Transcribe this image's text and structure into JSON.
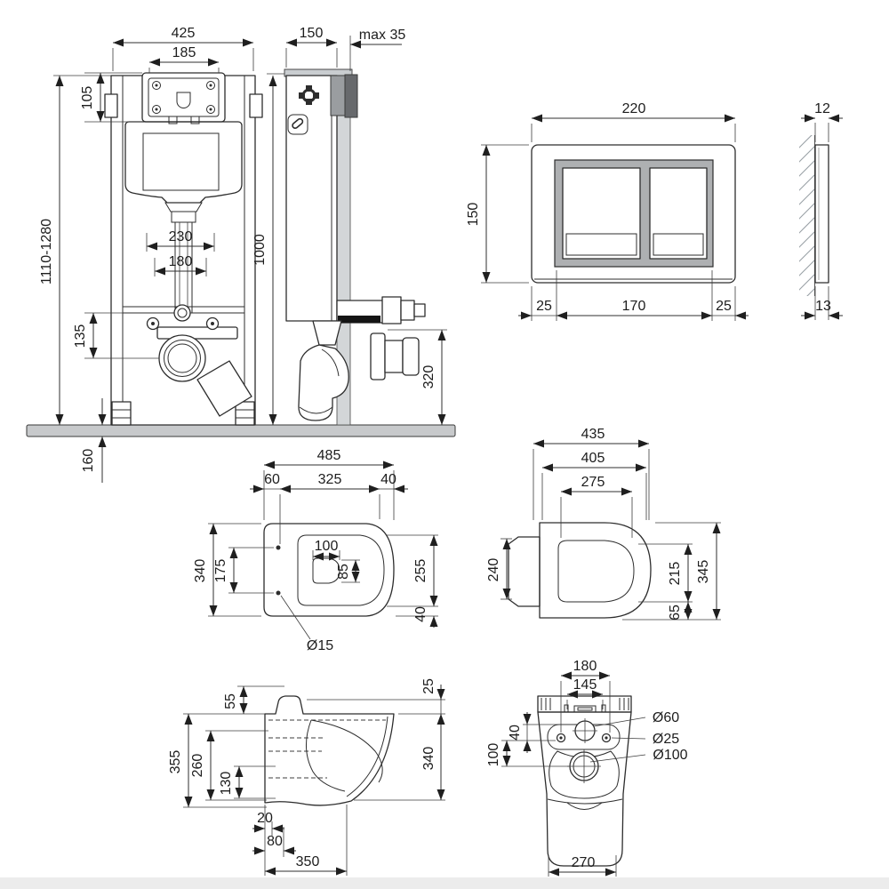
{
  "drawing_type": "sanitary installation technical drawing",
  "colors": {
    "line": "#2d2d2d",
    "floor_gray": "#c7c9cb",
    "wall_gray": "#d3d6d8",
    "block_dark": "#67696c",
    "block_mid": "#9a9da0",
    "plate_frame_gray": "#aeb0b2",
    "bottom_strip": "#ececec"
  },
  "dims": {
    "frame_front": {
      "width": "425",
      "bracket_width": "185",
      "bracket_height": "105",
      "pipe_width": "230",
      "pipe_inner_width": "180",
      "drain_offset": "135",
      "height_range": "1110-1280",
      "below_floor": "160"
    },
    "frame_side": {
      "depth": "150",
      "wall_max": "max 35",
      "height": "1000",
      "outlet_height": "320"
    },
    "flush_plate": {
      "width": "220",
      "height": "150",
      "margin_left": "25",
      "buttons_width": "170",
      "margin_right": "25"
    },
    "plate_profile": {
      "thickness_top": "12",
      "thickness_bottom": "13"
    },
    "bowl_top": {
      "length": "485",
      "back_offset": "60",
      "mid_length": "325",
      "front_offset": "40",
      "width": "340",
      "holes_distance": "175",
      "opening_width": "100",
      "opening_height": "85",
      "inner_width": "255",
      "rim": "40",
      "hole_diameter": "Ø15"
    },
    "seat_top": {
      "length": "435",
      "length2": "405",
      "inner_length": "275",
      "tab_width": "240",
      "inner_width": "215",
      "width": "345",
      "back_gap": "65"
    },
    "bowl_side": {
      "lip_height": "55",
      "total_height": "355",
      "mid_height": "260",
      "low_height": "130",
      "back_offset": "20",
      "trap_offset": "80",
      "depth": "350",
      "rim_lip": "25",
      "front_height": "340"
    },
    "bowl_rear": {
      "holes_width": "180",
      "slot_width": "145",
      "vert_offset": "40",
      "drain_offset": "100",
      "inlet_diameter": "Ø60",
      "bolt_diameter": "Ø25",
      "outlet_diameter": "Ø100",
      "base_width": "270"
    }
  }
}
